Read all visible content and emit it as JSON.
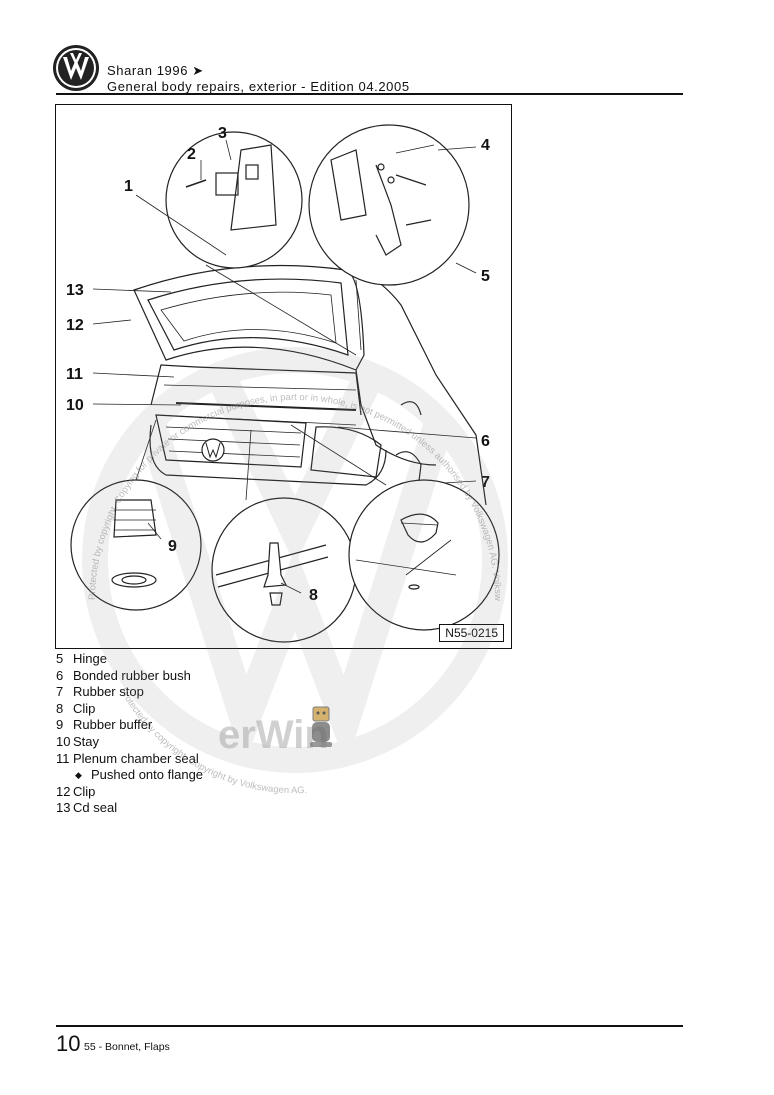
{
  "header": {
    "title": "Sharan 1996 ➤",
    "subtitle": "General body repairs, exterior - Edition 04.2005"
  },
  "figure": {
    "id": "N55-0215",
    "callouts": [
      "1",
      "2",
      "3",
      "4",
      "5",
      "6",
      "7",
      "8",
      "9",
      "10",
      "11",
      "12",
      "13"
    ]
  },
  "legend": [
    {
      "num": "5",
      "text": "Hinge"
    },
    {
      "num": "6",
      "text": "Bonded rubber bush"
    },
    {
      "num": "7",
      "text": "Rubber stop"
    },
    {
      "num": "8",
      "text": "Clip"
    },
    {
      "num": "9",
      "text": "Rubber buffer"
    },
    {
      "num": "10",
      "text": "Stay"
    },
    {
      "num": "11",
      "text": "Plenum chamber seal"
    },
    {
      "num": "",
      "text": "Pushed onto flange",
      "bullet": "◆"
    },
    {
      "num": "12",
      "text": "Clip"
    },
    {
      "num": "13",
      "text": "Cd seal"
    }
  ],
  "watermark": {
    "text_top": "Protected by copyright. Copying for private or commercial purposes, in part or in whole, is not permitted unless authorised by Volkswagen AG. Volkswagen AG does not guarantee or accept any liability with respect to the correctness of information in this document.",
    "text_bottom": "Protected by copyright. Copyright by Volkswagen AG.",
    "mascot_text": "erWin"
  },
  "footer": {
    "page_number": "10",
    "section": "55 - Bonnet, Flaps"
  }
}
